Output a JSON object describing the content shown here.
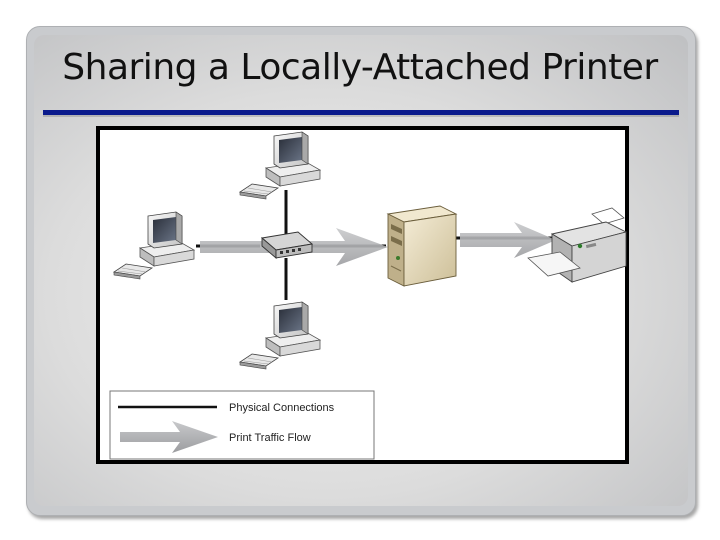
{
  "slide": {
    "title": "Sharing a Locally-Attached Printer"
  },
  "diagram": {
    "nodes": [
      {
        "id": "pc-top",
        "type": "workstation"
      },
      {
        "id": "pc-left",
        "type": "workstation"
      },
      {
        "id": "pc-bottom",
        "type": "workstation"
      },
      {
        "id": "hub",
        "type": "network-hub"
      },
      {
        "id": "server",
        "type": "server"
      },
      {
        "id": "printer",
        "type": "printer"
      }
    ],
    "edges": [
      {
        "from": "pc-top",
        "to": "hub",
        "kind": "physical"
      },
      {
        "from": "pc-left",
        "to": "hub",
        "kind": "physical"
      },
      {
        "from": "pc-bottom",
        "to": "hub",
        "kind": "physical"
      },
      {
        "from": "hub",
        "to": "server",
        "kind": "physical"
      },
      {
        "from": "server",
        "to": "printer",
        "kind": "physical"
      }
    ],
    "flows": [
      {
        "from": "pc-left",
        "to": "server",
        "kind": "print-traffic"
      },
      {
        "from": "server",
        "to": "printer",
        "kind": "print-traffic"
      }
    ],
    "legend": {
      "physical_label": "Physical Connections",
      "traffic_label": "Print Traffic Flow"
    }
  },
  "colors": {
    "title_rule": "#0a1a8c",
    "connection_line": "#111111",
    "traffic_arrow": "#a9aaac"
  }
}
